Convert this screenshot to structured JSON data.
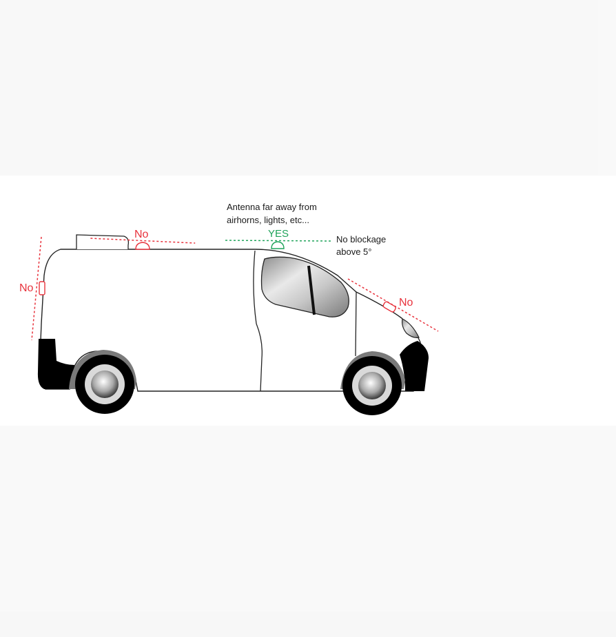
{
  "diagram": {
    "labels": {
      "rear_no": "No",
      "roof_rear_no": "No",
      "roof_top_yes": "YES",
      "hood_no": "No",
      "antenna_note_line1": "Antenna far away from",
      "antenna_note_line2": "airhorns, lights, etc...",
      "blockage_note_line1": "No blockage",
      "blockage_note_line2": "above 5°"
    },
    "colors": {
      "no": "#e8323c",
      "yes": "#1fa35a",
      "text": "#1a1a1a",
      "van_body": "#ffffff",
      "van_outline": "#222222",
      "bumper": "#000000"
    }
  }
}
